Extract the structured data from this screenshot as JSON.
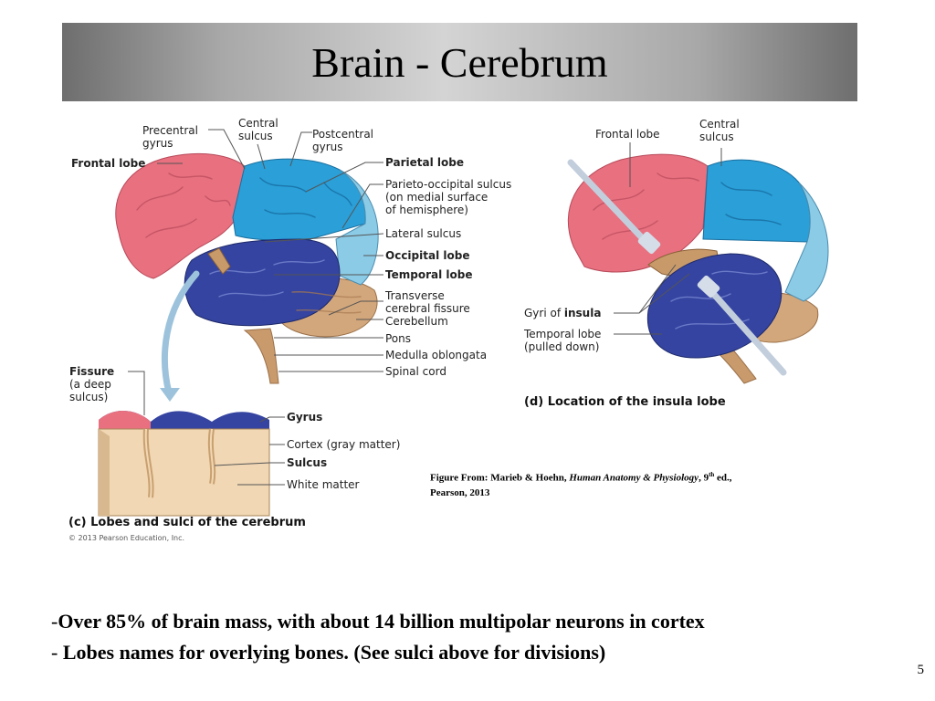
{
  "slide": {
    "title": "Brain - Cerebrum",
    "page_number": "5"
  },
  "figure_left": {
    "labels": {
      "precentral_gyrus": [
        "Precentral",
        "gyrus"
      ],
      "central_sulcus": [
        "Central",
        "sulcus"
      ],
      "postcentral_gyrus": [
        "Postcentral",
        "gyrus"
      ],
      "frontal_lobe": "Frontal lobe",
      "parietal_lobe": "Parietal lobe",
      "parieto_occipital_sulcus": [
        "Parieto-occipital sulcus",
        "(on medial surface",
        "of hemisphere)"
      ],
      "lateral_sulcus": "Lateral sulcus",
      "occipital_lobe": "Occipital lobe",
      "temporal_lobe": "Temporal lobe",
      "transverse_fissure": [
        "Transverse",
        "cerebral fissure"
      ],
      "cerebellum": "Cerebellum",
      "pons": "Pons",
      "medulla": "Medulla oblongata",
      "spinal_cord": "Spinal cord"
    },
    "inset": {
      "fissure": [
        "Fissure",
        "(a deep",
        "sulcus)"
      ],
      "gyrus": "Gyrus",
      "cortex": "Cortex (gray matter)",
      "sulcus": "Sulcus",
      "white_matter": "White matter"
    },
    "caption": "(c) Lobes and sulci of the cerebrum",
    "copyright": "© 2013 Pearson Education, Inc."
  },
  "figure_right": {
    "labels": {
      "frontal_lobe": "Frontal lobe",
      "central_sulcus": [
        "Central",
        "sulcus"
      ],
      "gyri_of_insula_prefix": "Gyri of ",
      "gyri_of_insula_bold": "insula",
      "temporal_lobe_pulled": [
        "Temporal lobe",
        "(pulled down)"
      ]
    },
    "caption": "(d) Location of the insula lobe"
  },
  "credit": {
    "prefix": "Figure From: Marieb & Hoehn, ",
    "book": "Human Anatomy & Physiology",
    "edition_num": ", 9",
    "edition_sup": "th",
    "edition_suffix": " ed.,",
    "publisher": "Pearson, 2013"
  },
  "bullets": [
    {
      "dash": "-",
      "text": "Over 85% of brain mass, with about 14 billion multipolar neurons in cortex"
    },
    {
      "dash": "- ",
      "text": "Lobes names for overlying bones.  (See sulci above for divisions)"
    }
  ],
  "colors": {
    "frontal": "#e8707f",
    "parietal": "#2a9fd8",
    "occipital": "#8ccbe6",
    "temporal": "#3544a0",
    "cerebellum": "#d3a77c",
    "brainstem": "#c99a6c",
    "white_matter": "#f1d7b4",
    "leader_line": "#555555"
  }
}
